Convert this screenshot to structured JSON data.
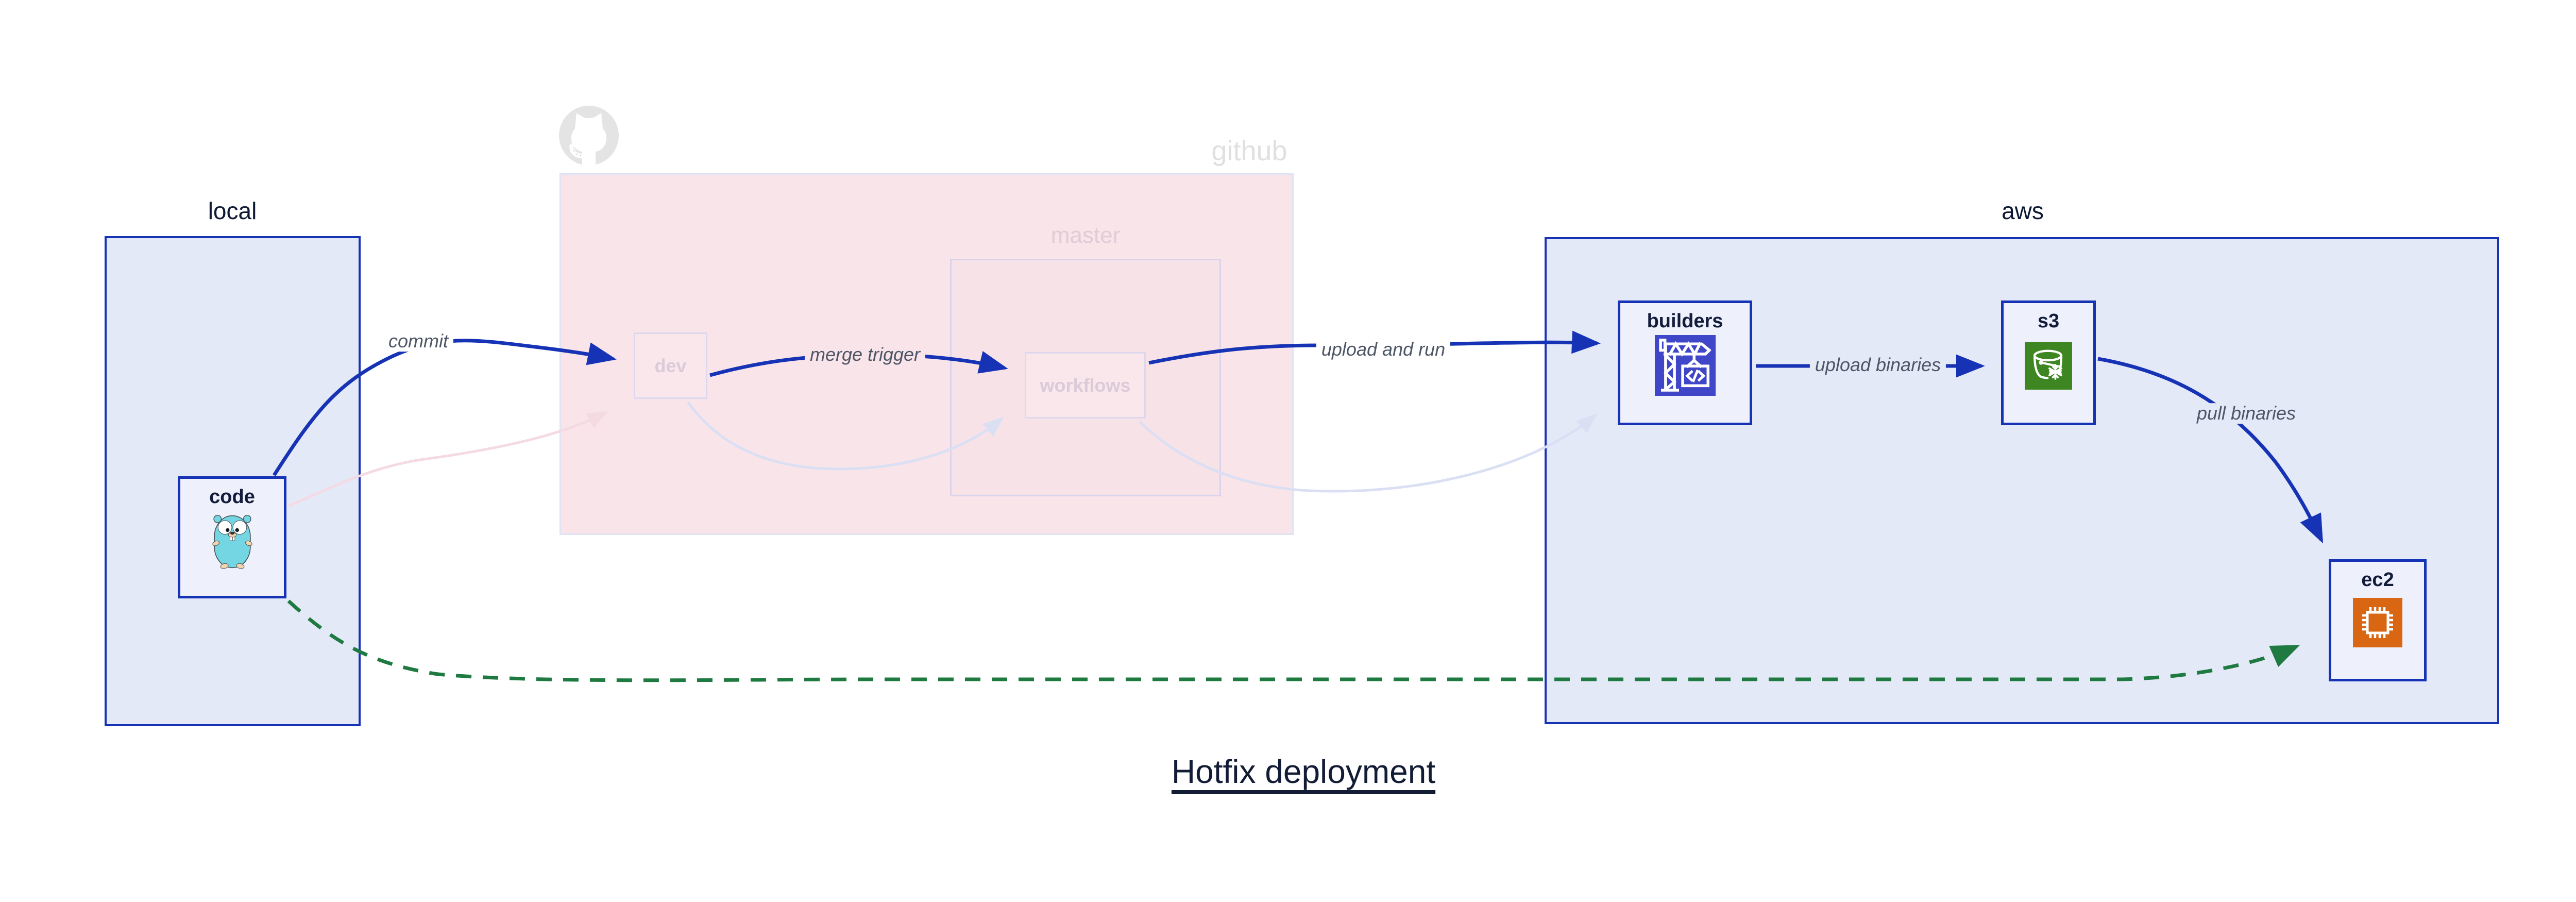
{
  "title": "Hotfix deployment",
  "groups": {
    "local": {
      "label": "local"
    },
    "github": {
      "label": "github"
    },
    "master": {
      "label": "master"
    },
    "aws": {
      "label": "aws"
    }
  },
  "nodes": {
    "code": {
      "label": "code",
      "icon": "go-gopher-icon"
    },
    "dev": {
      "label": "dev"
    },
    "workflows": {
      "label": "workflows"
    },
    "builders": {
      "label": "builders",
      "icon": "codebuild-crane-icon"
    },
    "s3": {
      "label": "s3",
      "icon": "glacier-bucket-icon"
    },
    "ec2": {
      "label": "ec2",
      "icon": "ec2-chip-icon"
    }
  },
  "edges": {
    "commit": {
      "label": "commit"
    },
    "merge_trigger": {
      "label": "merge trigger"
    },
    "upload_and_run": {
      "label": "upload and run"
    },
    "upload_binaries": {
      "label": "upload binaries"
    },
    "pull_binaries": {
      "label": "pull binaries"
    }
  },
  "icons": {
    "github_logo": "octocat-icon"
  },
  "colors": {
    "accent_blue": "#1733b5",
    "group_fill_blue": "#e4e9f8",
    "node_fill": "#eef1fb",
    "github_fill": "#f9e4e9",
    "faded_border": "#ddd8ee",
    "faded_text": "#dbcbd8",
    "github_gray": "#e2e2e2",
    "edge_label_gray": "#4d5666",
    "dark_navy": "#131c35",
    "hotfix_green": "#1e7a40",
    "faded_pink_edge": "#f4dae2",
    "faded_lavender_edge": "#dadff4",
    "codebuild_indigo": "#4046c8",
    "s3_green": "#3e8622",
    "ec2_orange": "#d86613",
    "gopher_teal": "#74d6e2"
  }
}
